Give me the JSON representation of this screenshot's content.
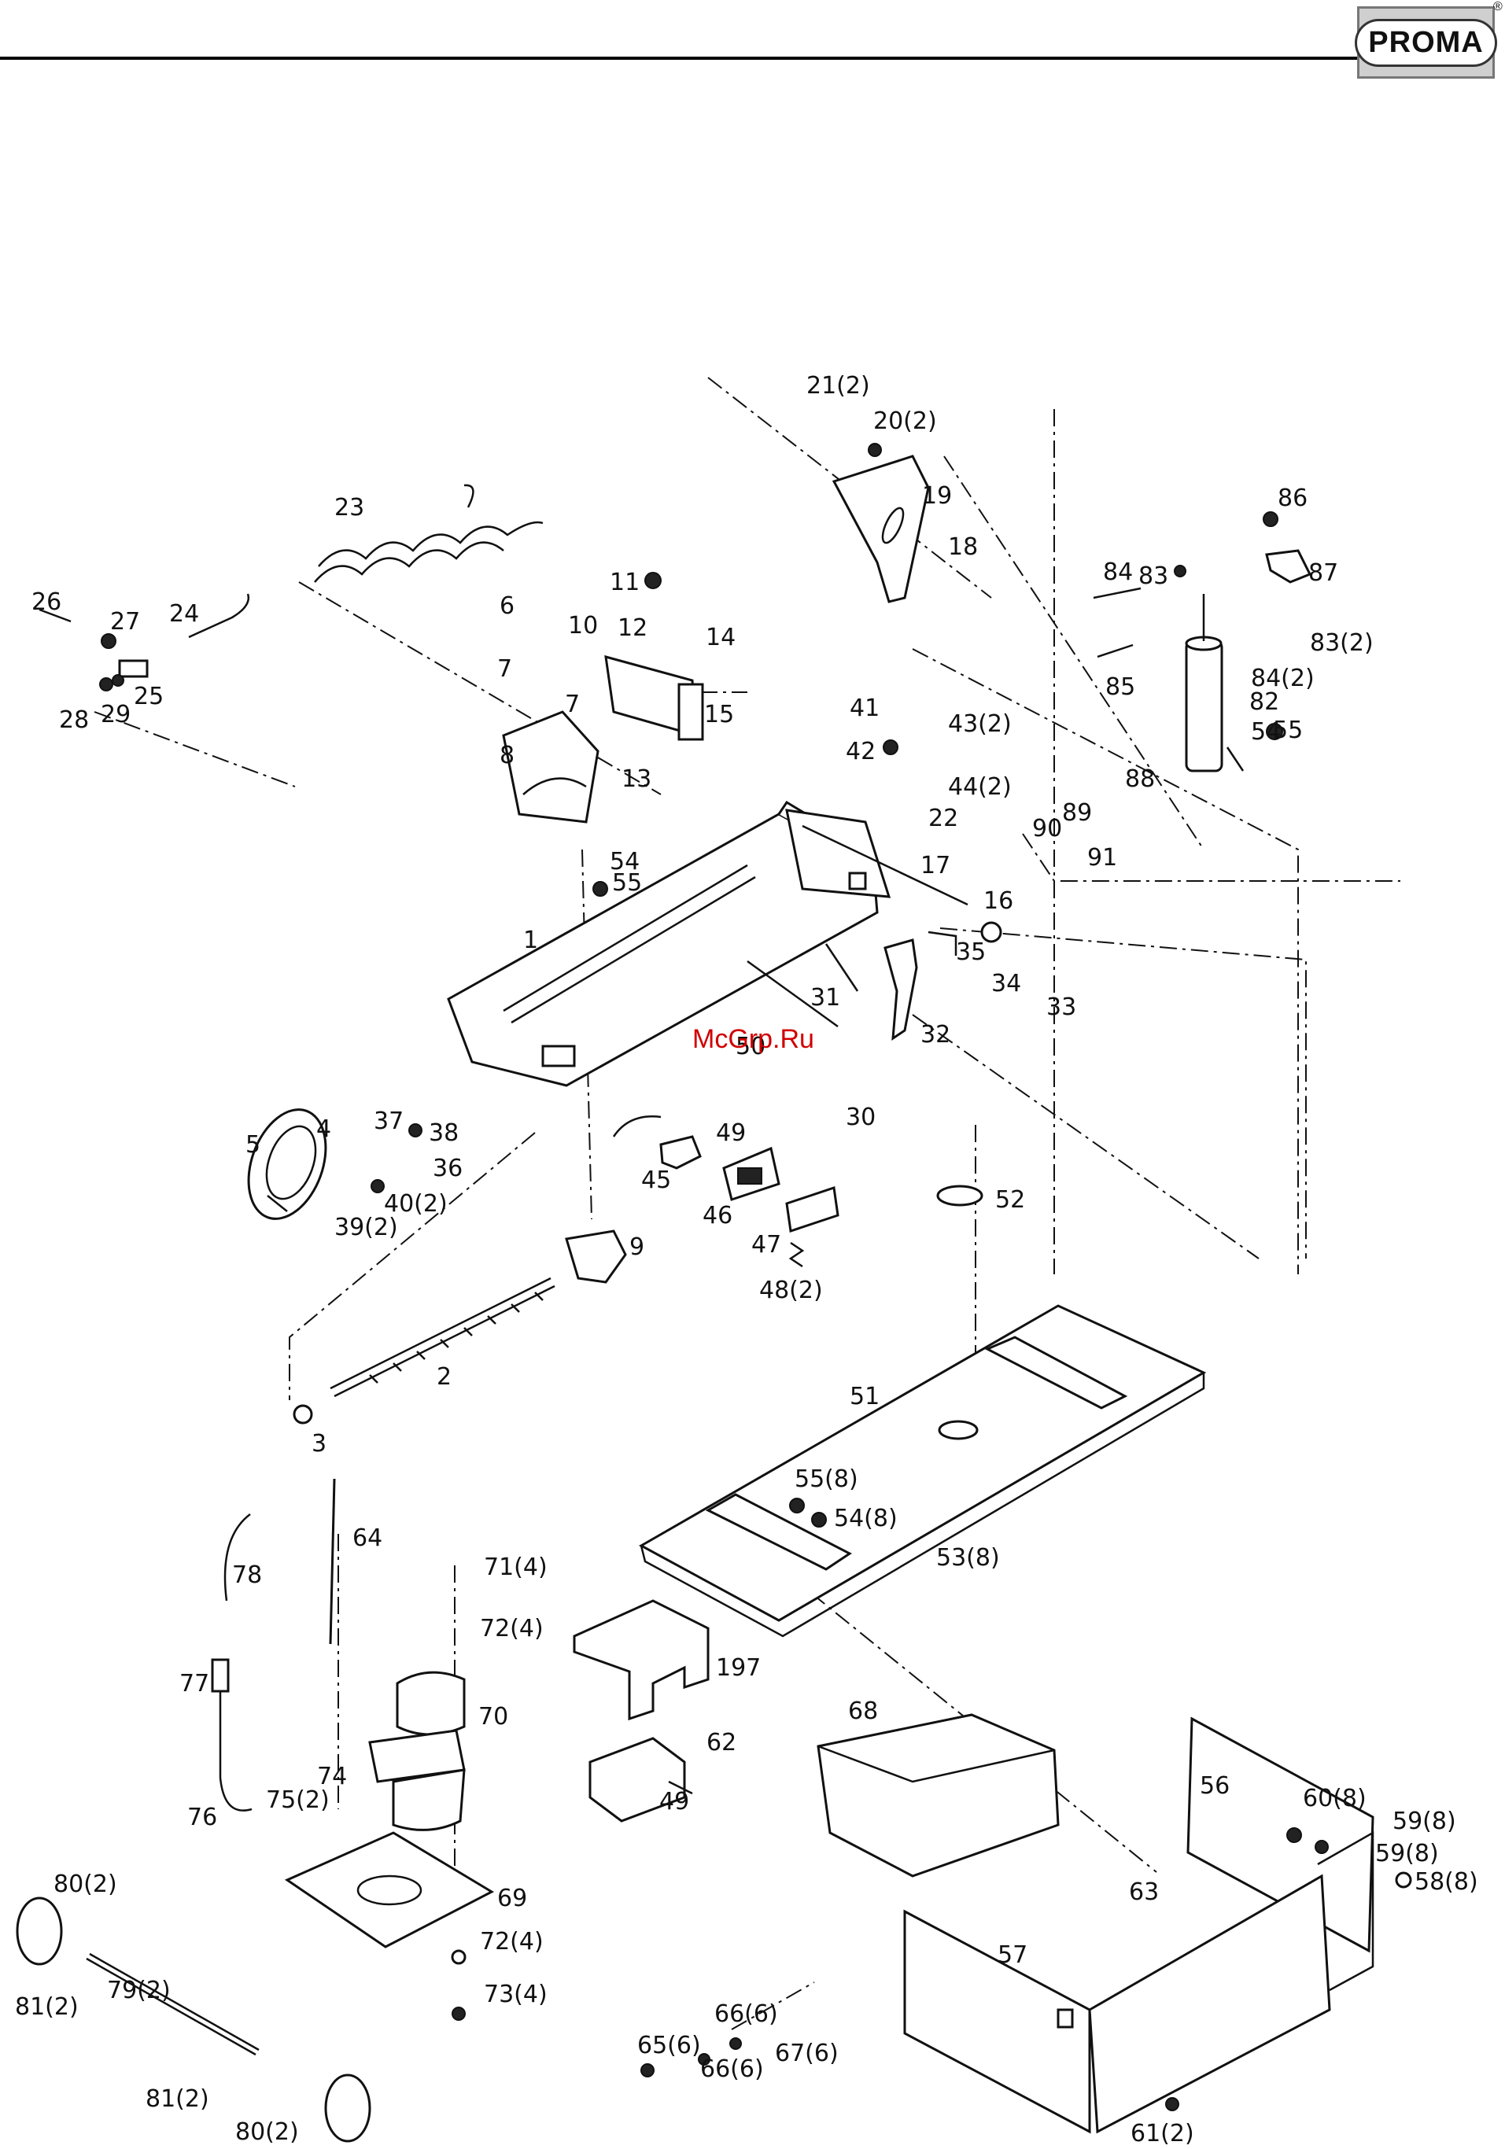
{
  "header": {
    "brand": "PROMA"
  },
  "watermark": "McGrp.Ru",
  "parts": [
    "1",
    "2",
    "3",
    "4",
    "5",
    "6",
    "7",
    "7",
    "8",
    "9",
    "10",
    "11",
    "12",
    "13",
    "14",
    "15",
    "16",
    "17",
    "18",
    "19",
    "20(2)",
    "21(2)",
    "22",
    "23",
    "24",
    "25",
    "26",
    "27",
    "28",
    "29",
    "30",
    "31",
    "32",
    "33",
    "34",
    "35",
    "36",
    "37",
    "38",
    "39(2)",
    "40(2)",
    "41",
    "42",
    "43(2)",
    "44(2)",
    "45",
    "46",
    "47",
    "48(2)",
    "49",
    "50",
    "51",
    "52",
    "53(8)",
    "54(8)",
    "55(8)",
    "54",
    "55",
    "54",
    "55",
    "56",
    "57",
    "58(8)",
    "59(8)",
    "59(8)",
    "60(8)",
    "61(2)",
    "62",
    "63",
    "64",
    "65(6)",
    "66(6)",
    "66(6)",
    "67(6)",
    "68",
    "69",
    "70",
    "71(4)",
    "72(4)",
    "72(4)",
    "73(4)",
    "74",
    "75(2)",
    "76",
    "77",
    "78",
    "79(2)",
    "80(2)",
    "80(2)",
    "81(2)",
    "81(2)",
    "82",
    "83",
    "83(2)",
    "84",
    "84(2)",
    "85",
    "86",
    "87",
    "88",
    "89",
    "90",
    "91",
    "49",
    "197"
  ]
}
